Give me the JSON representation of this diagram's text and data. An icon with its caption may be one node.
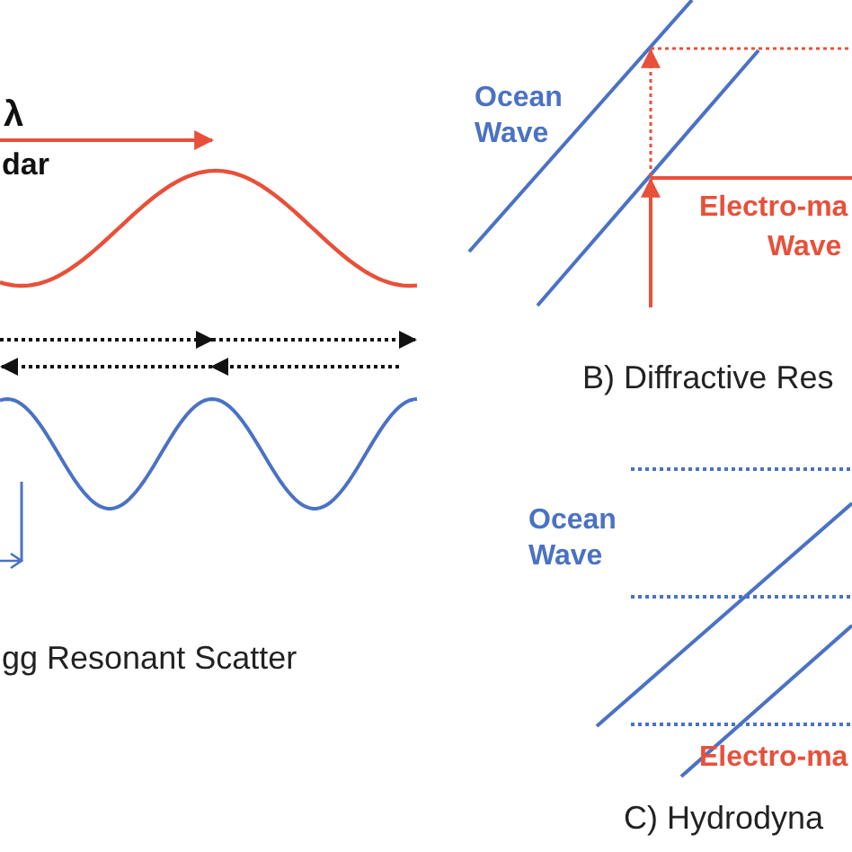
{
  "diagram": {
    "labels": [
      "λ",
      "dar",
      "gg Resonant Scatter",
      "Ocean Wave",
      "Electro-ma",
      "Wave",
      "B) Diffractive Res",
      "Ocean Wave",
      "Electro-ma",
      "C) Hydrodyna"
    ]
  }
}
